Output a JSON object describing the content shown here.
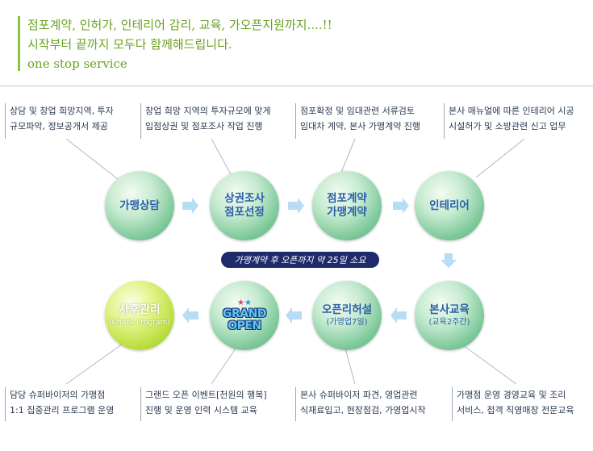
{
  "header": {
    "line1": "점포계약, 인허가, 인테리어 감리, 교육, 가오픈지원까지....!!",
    "line2": "시작부터 끝까지 모두다 함께해드립니다.",
    "line3": "one stop service"
  },
  "top_boxes": [
    {
      "line1": "상담 및 창업 희망지역, 투자",
      "line2": "규모파악, 정보공개서 제공"
    },
    {
      "line1": "창업 희망 지역의 투자규모에 맞게",
      "line2": "입점상권 및 점포조사 작업 진행"
    },
    {
      "line1": "점포확정 및 임대관련 서류검토",
      "line2": "임대차 계약, 본사 가맹계약 진행"
    },
    {
      "line1": "본사 매뉴얼에 따른 인테리어 시공",
      "line2": "시설허가 및 소방관련 신고 업무"
    }
  ],
  "steps": [
    {
      "title": "가맹상담",
      "sub": ""
    },
    {
      "title": "상권조사",
      "sub": "점포선정"
    },
    {
      "title": "점포계약",
      "sub": "가맹계약"
    },
    {
      "title": "인테리어",
      "sub": ""
    },
    {
      "title": "본사교육",
      "sub": "(교육2주간)"
    },
    {
      "title": "오픈리허설",
      "sub": "(가영업7일)"
    },
    {
      "title": "GRAND",
      "sub": "OPEN"
    },
    {
      "title": "사후관리",
      "sub": "(Check Program)"
    }
  ],
  "note": "가맹계약 후 오픈까지 약 25일 소요",
  "bottom_boxes": [
    {
      "line1": "담당 슈퍼바이저의 가맹점",
      "line2": "1:1 집중관리 프로그램 운영"
    },
    {
      "line1": "그랜드 오픈 이벤트[천원의 행복]",
      "line2": "진행 및 운영 인력 시스템 교육"
    },
    {
      "line1": "본사 슈퍼바이저 파견, 영업관련",
      "line2": "식재료입고, 현장점검, 가영업시작"
    },
    {
      "line1": "가맹점 운영 경영교육 및 조리",
      "line2": "서비스, 접객 직영매장 전문교육"
    }
  ],
  "colors": {
    "accent_green": "#8bc53f",
    "circle_green": "#7ec99a",
    "lime": "#b9df3e",
    "arrow_blue": "#b7dcf3",
    "pill_navy": "#1f2a6b"
  },
  "icons": [
    "arrow-right-icon",
    "arrow-down-icon",
    "arrow-left-icon",
    "star-icon"
  ]
}
